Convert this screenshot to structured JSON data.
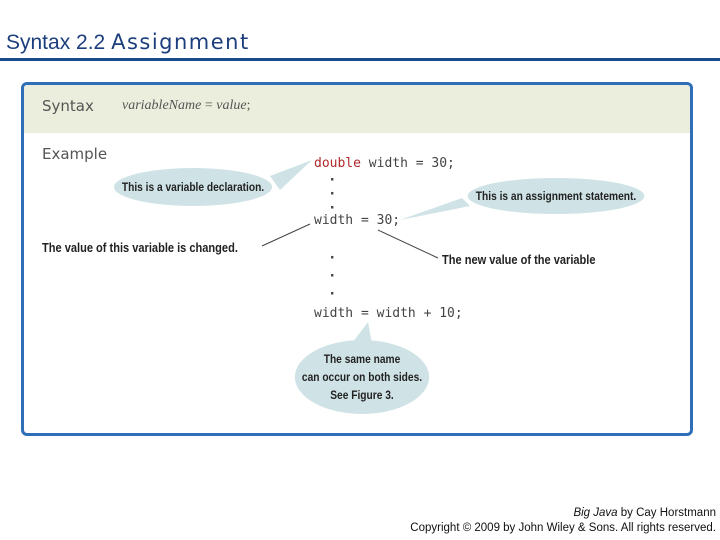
{
  "slide": {
    "title_number": "Syntax 2.2",
    "title_text": "Assignment"
  },
  "box": {
    "syntax_label": "Syntax",
    "syntax_var": "variableName",
    "syntax_eq": "=",
    "syntax_val": "value",
    "syntax_semi": ";",
    "example_label": "Example"
  },
  "code": {
    "line1_kw": "double",
    "line1_rest": " width = 30;",
    "line2": "width = 30;",
    "line3": "width = width + 10;"
  },
  "annotations": {
    "declaration_callout": "This is a variable declaration.",
    "assignment_callout": "This is an assignment statement.",
    "value_changed": "The value of this variable is changed.",
    "new_value": "The new value of the variable",
    "same_name_1": "The same name",
    "same_name_2": "can occur on both sides.",
    "same_name_3": "See Figure 3."
  },
  "footer": {
    "book": "Big Java",
    "author": " by Cay Horstmann",
    "copyright": "Copyright © 2009 by John Wiley & Sons.  All rights reserved."
  },
  "colors": {
    "title": "#1b3e7c",
    "rule": "#1b4a8c",
    "box_border": "#2f6fb8",
    "box_header": "#ebeedc",
    "callout": "#cfe3e6",
    "keyword": "#b02a2a"
  }
}
